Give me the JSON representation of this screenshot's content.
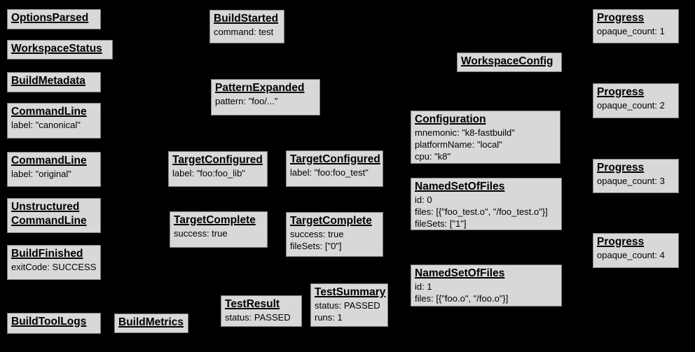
{
  "colors": {
    "background": "#000000",
    "box_fill": "#d8d8d8",
    "box_border": "#7f7f7f",
    "text": "#000000"
  },
  "boxes": [
    {
      "title": "OptionsParsed",
      "lines": []
    },
    {
      "title": "WorkspaceStatus",
      "lines": []
    },
    {
      "title": "BuildMetadata",
      "lines": []
    },
    {
      "title": "CommandLine",
      "lines": [
        "label: \"canonical\""
      ]
    },
    {
      "title": "CommandLine",
      "lines": [
        "label: \"original\""
      ]
    },
    {
      "title": "Unstructured CommandLine",
      "lines": []
    },
    {
      "title": "BuildFinished",
      "lines": [
        "exitCode: SUCCESS"
      ]
    },
    {
      "title": "BuildToolLogs",
      "lines": []
    },
    {
      "title": "BuildMetrics",
      "lines": []
    },
    {
      "title": "BuildStarted",
      "lines": [
        "command: test"
      ]
    },
    {
      "title": "PatternExpanded",
      "lines": [
        "pattern: \"foo/...\""
      ]
    },
    {
      "title": "TargetConfigured",
      "lines": [
        "label: \"foo:foo_lib\""
      ]
    },
    {
      "title": "TargetConfigured",
      "lines": [
        "label: \"foo:foo_test\""
      ]
    },
    {
      "title": "TargetComplete",
      "lines": [
        "success: true"
      ]
    },
    {
      "title": "TargetComplete",
      "lines": [
        "success: true",
        "fileSets: [\"0\"]"
      ]
    },
    {
      "title": "TestResult",
      "lines": [
        "status: PASSED"
      ]
    },
    {
      "title": "TestSummary",
      "lines": [
        "status: PASSED",
        "runs: 1"
      ]
    },
    {
      "title": "WorkspaceConfig",
      "lines": []
    },
    {
      "title": "Configuration",
      "lines": [
        "mnemonic: \"k8-fastbuild\"",
        "platformName: \"local\"",
        "cpu: \"k8\""
      ]
    },
    {
      "title": "NamedSetOfFiles",
      "lines": [
        "id: 0",
        "files: [{\"foo_test.o\", \"/foo_test.o\"}]",
        "fileSets: [\"1\"]"
      ]
    },
    {
      "title": "NamedSetOfFiles",
      "lines": [
        "id: 1",
        "files: [{\"foo.o\", \"/foo.o\"}]"
      ]
    },
    {
      "title": "Progress",
      "lines": [
        "opaque_count: 1"
      ]
    },
    {
      "title": "Progress",
      "lines": [
        "opaque_count: 2"
      ]
    },
    {
      "title": "Progress",
      "lines": [
        "opaque_count: 3"
      ]
    },
    {
      "title": "Progress",
      "lines": [
        "opaque_count: 4"
      ]
    }
  ]
}
